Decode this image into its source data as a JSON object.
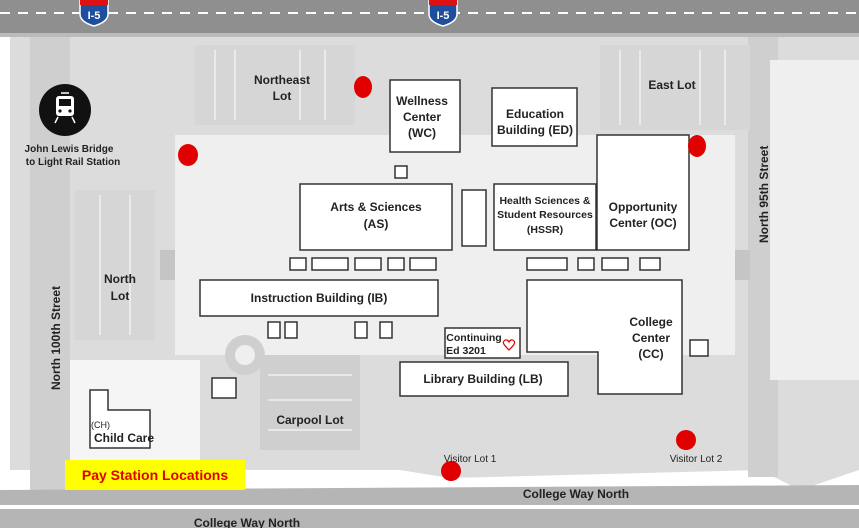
{
  "highway": {
    "shield_left": "I-5",
    "shield_right": "I-5"
  },
  "buildings": {
    "wellness": [
      "Wellness",
      "Center",
      "(WC)"
    ],
    "education": [
      "Education",
      "Building (ED)"
    ],
    "arts": [
      "Arts & Sciences",
      "(AS)"
    ],
    "hssr": [
      "Health Sciences &",
      "Student Resources",
      "(HSSR)"
    ],
    "opportunity": [
      "Opportunity",
      "Center (OC)"
    ],
    "instruction": "Instruction Building (IB)",
    "continuing": [
      "Continuing",
      "Ed 3201"
    ],
    "library": "Library Building (LB)",
    "college_center": [
      "College",
      "Center",
      "(CC)"
    ],
    "child_care": [
      "(CH)",
      "Child Care"
    ]
  },
  "lots": {
    "northeast": [
      "Northeast",
      "Lot"
    ],
    "east": "East Lot",
    "north": [
      "North",
      "Lot"
    ],
    "carpool": "Carpool Lot",
    "visitor1": "Visitor Lot 1",
    "visitor2": "Visitor Lot 2"
  },
  "streets": {
    "north_100th": "North 100th Street",
    "north_95th": "North 95th Street",
    "college_way_1": "College Way North",
    "college_way_2": "College Way North"
  },
  "light_rail": [
    "John Lewis Bridge",
    "to Light Rail Station"
  ],
  "legend": "Pay Station Locations",
  "colors": {
    "pay_station": "#e00000",
    "legend_bg": "#ffff00",
    "legend_text": "#e00000",
    "road": "#cfcfcf",
    "highway_shield": "#1f4e9c"
  },
  "icons": [
    "train-icon",
    "heart-icon"
  ]
}
